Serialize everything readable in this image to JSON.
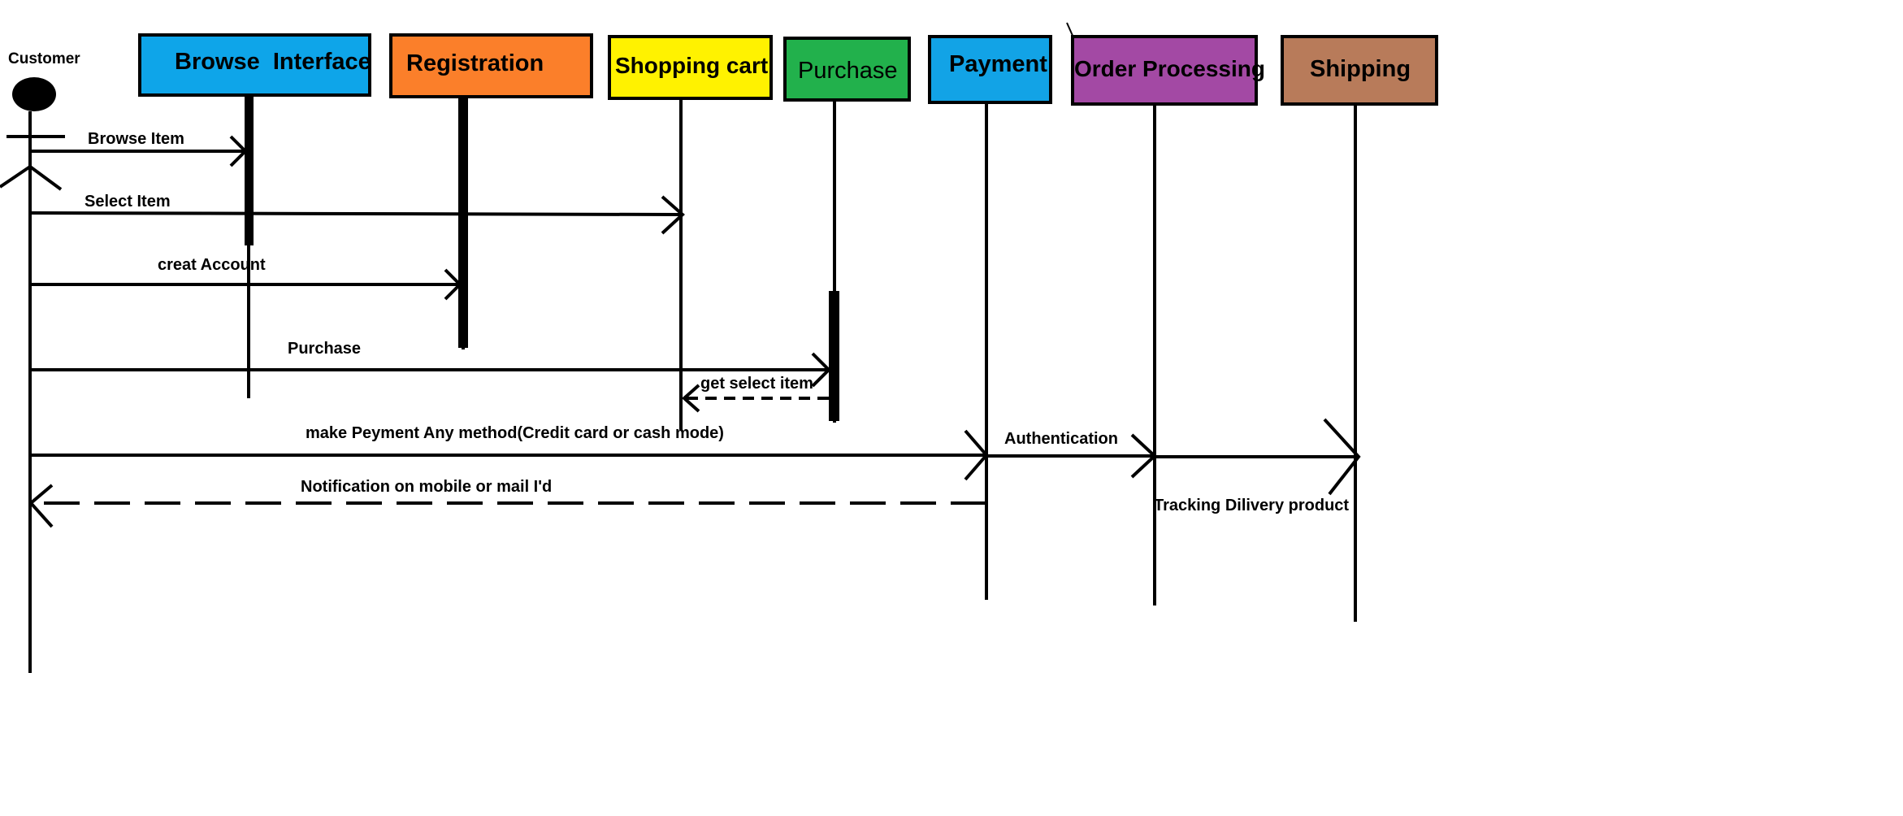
{
  "actor": {
    "label": "Customer"
  },
  "participants": [
    {
      "id": "browse",
      "label": "Browse  Interface",
      "color": "#0ea5e9",
      "text_color": "#000000"
    },
    {
      "id": "registration",
      "label": "Registration",
      "color": "#fb7f2a",
      "text_color": "#1a1a1a"
    },
    {
      "id": "cart",
      "label": "Shopping cart",
      "color": "#fff200",
      "text_color": "#000000"
    },
    {
      "id": "purchase",
      "label": "Purchase",
      "color": "#22b14c",
      "text_color": "#0f1f2e"
    },
    {
      "id": "payment",
      "label": "Payment",
      "color": "#12a3e6",
      "text_color": "#0f1f2e"
    },
    {
      "id": "order",
      "label": "Order Processing",
      "color": "#a349a4",
      "text_color": "#0f1f2e"
    },
    {
      "id": "shipping",
      "label": "Shipping",
      "color": "#b87b5a",
      "text_color": "#0f1f2e"
    }
  ],
  "messages": [
    {
      "id": "browse-item",
      "from": "customer",
      "to": "browse",
      "label": "Browse Item",
      "style": "solid"
    },
    {
      "id": "select-item",
      "from": "customer",
      "to": "cart",
      "label": "Select Item",
      "style": "solid"
    },
    {
      "id": "create-account",
      "from": "customer",
      "to": "registration",
      "label": "creat Account",
      "style": "solid"
    },
    {
      "id": "purchase",
      "from": "customer",
      "to": "purchase",
      "label": "Purchase",
      "style": "solid"
    },
    {
      "id": "get-select-item",
      "from": "purchase",
      "to": "cart",
      "label": "get select item",
      "style": "dashed"
    },
    {
      "id": "make-payment",
      "from": "customer",
      "to": "payment",
      "label": "make Peyment Any method(Credit card or cash mode)",
      "style": "solid"
    },
    {
      "id": "authentication",
      "from": "payment",
      "to": "order",
      "label": "Authentication",
      "style": "solid"
    },
    {
      "id": "to-shipping",
      "from": "order",
      "to": "shipping",
      "label": "",
      "style": "solid"
    },
    {
      "id": "notification",
      "from": "payment",
      "to": "customer",
      "label": "Notification on mobile or mail I'd",
      "style": "dashed"
    }
  ],
  "notes": [
    {
      "id": "tracking",
      "label": "Tracking Dilivery product"
    }
  ]
}
